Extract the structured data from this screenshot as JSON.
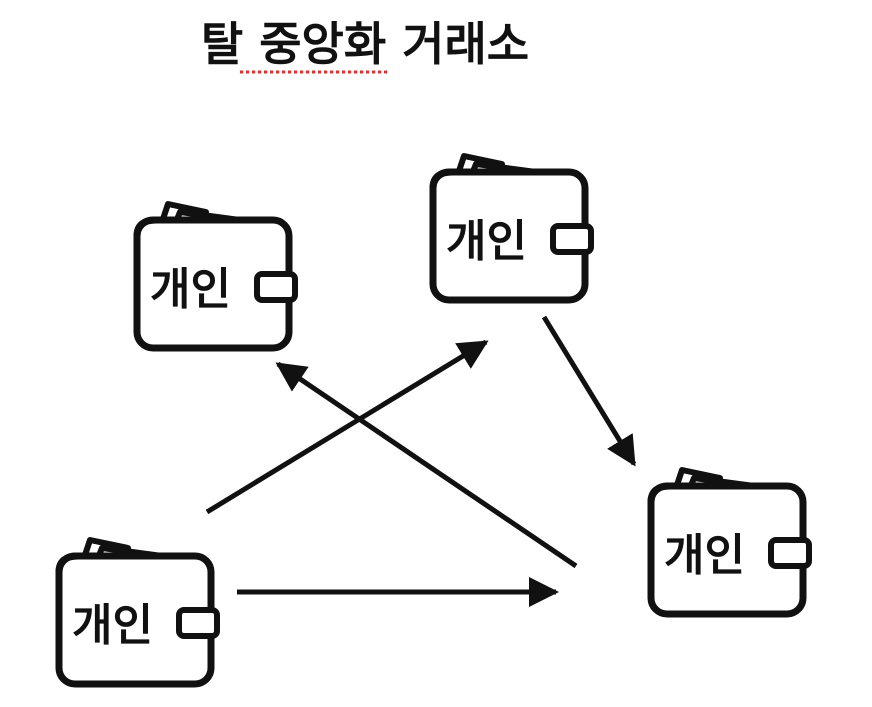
{
  "title": {
    "prefix": "탈 ",
    "underlined": "중앙화",
    "suffix": " 거래소",
    "spellcheck_underline_color": "#e0312e"
  },
  "wallets": [
    {
      "id": "wallet-top-left",
      "label": "개인"
    },
    {
      "id": "wallet-top-center",
      "label": "개인"
    },
    {
      "id": "wallet-bottom-left",
      "label": "개인"
    },
    {
      "id": "wallet-bottom-right",
      "label": "개인"
    }
  ],
  "arrows": [
    {
      "id": "arrow-bottom-left-to-top-center",
      "from": "wallet-bottom-left",
      "to": "wallet-top-center"
    },
    {
      "id": "arrow-bottom-right-to-top-left",
      "from": "wallet-bottom-right",
      "to": "wallet-top-left"
    },
    {
      "id": "arrow-top-center-to-bottom-right",
      "from": "wallet-top-center",
      "to": "wallet-bottom-right"
    },
    {
      "id": "arrow-bottom-left-to-bottom-right",
      "from": "wallet-bottom-left",
      "to": "wallet-bottom-right"
    }
  ],
  "colors": {
    "stroke": "#111111",
    "background": "#ffffff"
  }
}
